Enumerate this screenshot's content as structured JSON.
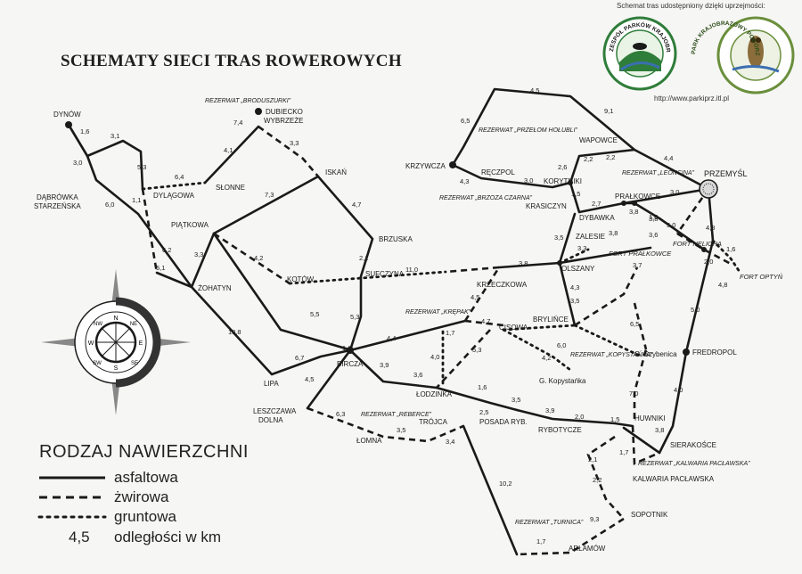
{
  "header": {
    "title": "SCHEMATY SIECI TRAS ROWEROWYCH",
    "credit": "Schemat tras udostępniony dzięki uprzejmości:",
    "url": "http://www.parkiprz.itl.pl"
  },
  "logos": {
    "logo1_text": "ZESPÓŁ PARKÓW KRAJOBRAZOWYCH W PRZEMYŚLU",
    "logo2_text": "PARK KRAJOBRAZOWY POGÓRZA PRZEMYSKIEGO"
  },
  "compass": {
    "n": "N",
    "s": "S",
    "e": "E",
    "w": "W",
    "ne": "NE",
    "nw": "NW",
    "se": "SE",
    "sw": "SW"
  },
  "legend": {
    "title": "RODZAJ NAWIERZCHNI",
    "asphalt": "asfaltowa",
    "gravel": "żwirowa",
    "dirt": "gruntowa",
    "distance_value": "4,5",
    "distance_label": "odległości w km"
  },
  "colors": {
    "ink": "#1a1a1a",
    "logo1_ring": "#2f7d3a",
    "logo2_ring": "#6a8f3c",
    "river": "#3b6fb0"
  },
  "places": {
    "dynow": "DYNÓW",
    "dabrowka": "DĄBRÓWKA",
    "starzenska": "STARZEŃSKA",
    "dylagowa": "DYLĄGOWA",
    "slonne": "SŁONNE",
    "dubiecko": "DUBIECKO",
    "wybrzeze": "WYBRZEŻE",
    "iskan": "ISKAŃ",
    "piatkowa": "PIĄTKOWA",
    "zohatyn": "ŻOHATYN",
    "kotow": "KOTÓW",
    "brzuska": "BRZUSKA",
    "sufczyna": "SUFCZYNA",
    "lipa": "LIPA",
    "bircza": "BIRCZA",
    "leszczawa": "LESZCZAWA",
    "dolna": "DOLNA",
    "lomna": "ŁOMNA",
    "trojca": "TRÓJCA",
    "lodzinka": "ŁODZINKA",
    "posada": "POSADA RYB.",
    "rybotycze": "RYBOTYCZE",
    "krzeczkowa": "KRZECZKOWA",
    "cisowa": "CISOWA",
    "brylince": "BRYLIŃCE",
    "olszany": "OLSZANY",
    "krzywcza": "KRZYWCZA",
    "reczpol": "RĘCZPOL",
    "korytniki": "KORYTNIKI",
    "krasiczyn": "KRASICZYN",
    "wapowce": "WAPOWCE",
    "przemysl": "PRZEMYŚL",
    "pralkowce": "PRAŁKOWCE",
    "dybawka": "DYBAWKA",
    "zalesie": "ZALESIE",
    "fort_pralkowce": "FORT PRAŁKOWCE",
    "fort_helicha": "FORT HELICHA",
    "fort_optyn": "FORT OPTYŃ",
    "fredropol": "FREDROPOL",
    "g_szybenica": "G. Szybenica",
    "g_kopystanka": "G. Kopystańka",
    "huwniki": "HUWNIKI",
    "sierakosce": "SIERAKOŚCE",
    "kalwaria": "KALWARIA PACŁAWSKA",
    "sopotnik": "SOPOTNIK",
    "arlamow": "ARŁAMÓW"
  },
  "reserves": {
    "broduszurki": "REZERWAT „BRODUSZURKI”",
    "przelom": "REZERWAT „PRZEŁOM HOŁUBLI”",
    "brzoza": "REZERWAT „BRZOZA CZARNA”",
    "leoncina": "REZERWAT „LEONCINA”",
    "krepak": "REZERWAT „KRĘPAK”",
    "kopystanka": "REZERWAT „KOPYSTAŃKA”",
    "reberce": "REZERWAT „REBERCE”",
    "turnica": "REZERWAT „TURNICA”",
    "kalwaria": "REZERWAT „KALWARIA PACŁAWSKA”"
  },
  "distances": {
    "d1": "1,6",
    "d2": "3,1",
    "d3": "3,0",
    "d4": "5,3",
    "d5": "6,4",
    "d6": "6,0",
    "d7": "1,1",
    "d8": "4,1",
    "d9": "7,4",
    "d10": "3,3",
    "d11": "7,3",
    "d12": "4,7",
    "d13": "6,2",
    "d14": "5,1",
    "d15": "3,3",
    "d16": "4,2",
    "d17": "2,1",
    "d18": "11,0",
    "d19": "5,5",
    "d20": "5,3",
    "d21": "10,8",
    "d22": "6,7",
    "d23": "1,6",
    "d24": "4,4",
    "d25": "4,5",
    "d26": "3,9",
    "d27": "6,3",
    "d28": "3,5",
    "d29": "3,4",
    "d30": "3,6",
    "d31": "4,0",
    "d32": "1,7",
    "d33": "5,3",
    "d34": "4,7",
    "d35": "1,6",
    "d36": "4,5",
    "d37": "3,5",
    "d38": "2,5",
    "d39": "3,9",
    "d40": "2,0",
    "d41": "1,5",
    "d42": "10,2",
    "d43": "3,8",
    "d44": "4,3",
    "d45": "3,5",
    "d46": "6,0",
    "d47": "4,2",
    "d48": "3,3",
    "d49": "3,5",
    "d50": "3,8",
    "d51": "6,5",
    "d52": "4,5",
    "d53": "9,1",
    "d54": "6,5",
    "d55": "2,2",
    "d56": "2,2",
    "d57": "2,6",
    "d58": "3,0",
    "d59": "4,3",
    "d60": "4,4",
    "d61": "1,5",
    "d62": "2,7",
    "d63": "3,0",
    "d64": "5,0",
    "d65": "1,0",
    "d66": "3,8",
    "d67": "4,8",
    "d68": "2,0",
    "d69": "1,6",
    "d70": "4,8",
    "d71": "3,7",
    "d72": "3,6",
    "d73": "5,0",
    "d74": "4,0",
    "d75": "7,0",
    "d76": "3,8",
    "d77": "1,7",
    "d78": "2,1",
    "d79": "2,2",
    "d80": "9,3",
    "d81": "1,7",
    "d82": "3,8"
  }
}
